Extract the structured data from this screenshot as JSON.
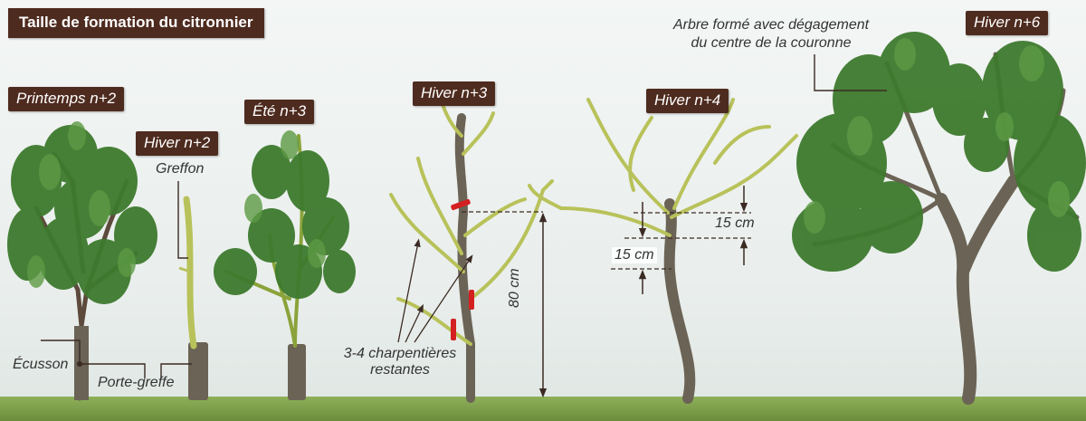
{
  "title": "Taille de formation du citronnier",
  "stages": {
    "printemps_n2": "Printemps n+2",
    "hiver_n2": "Hiver n+2",
    "ete_n3": "Été n+3",
    "hiver_n3": "Hiver n+3",
    "hiver_n4": "Hiver n+4",
    "hiver_n6": "Hiver n+6"
  },
  "annotations": {
    "greffon": "Greffon",
    "ecusson": "Écusson",
    "porte_greffe": "Porte-greffe",
    "charpentieres_line1": "3-4 charpentières",
    "charpentieres_line2": "restantes",
    "height_80": "80 cm",
    "gap_15_upper": "15 cm",
    "gap_15_lower": "15 cm",
    "arbre_line1": "Arbre formé avec dégagement",
    "arbre_line2": "du centre de la couronne"
  },
  "colors": {
    "label_bg": "#4e2b1f",
    "leaf": "#3e7a2e",
    "branch_pruned": "#b8c25a",
    "trunk": "#6b6355",
    "ground": "#7ea04c",
    "cut_mark": "#d42020"
  }
}
